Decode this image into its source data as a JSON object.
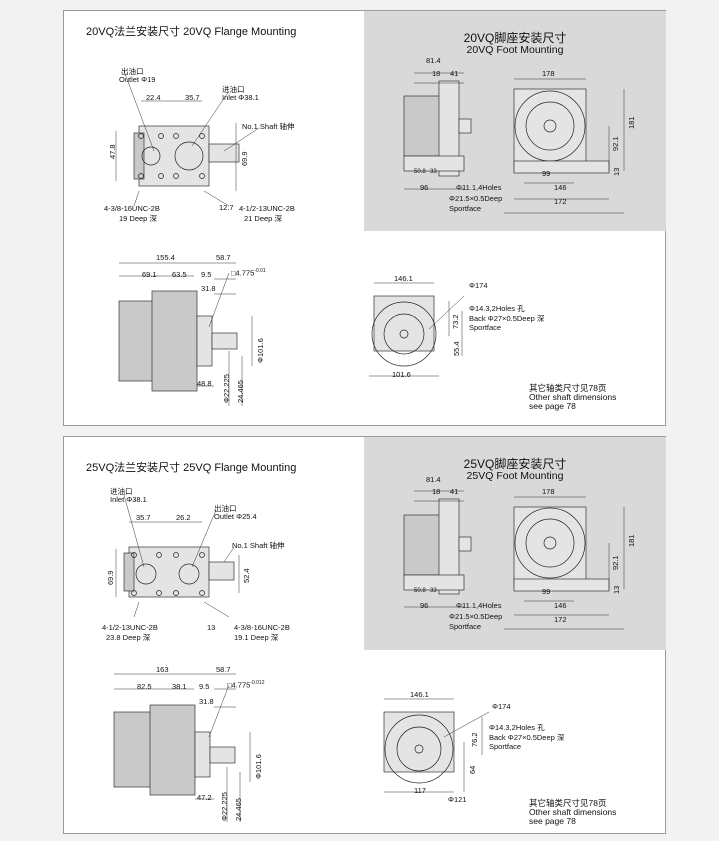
{
  "panel1": {
    "flange": {
      "title": "20VQ法兰安装尺寸  20VQ Flange Mounting",
      "outlet_cn": "出油口",
      "outlet_en": "Outlet Φ19",
      "inlet_cn": "进油口",
      "inlet_en": "Inlet Φ38.1",
      "shaft": "No.1 Shaft  轴伸",
      "d_22_4": "22.4",
      "d_35_7": "35.7",
      "d_47_8": "47.8",
      "d_69_9": "69.9",
      "d_12_7": "12.7",
      "thread_left": "4-3/8-16UNC-2B",
      "deep_left": "19 Deep 深",
      "thread_right": "4-1/2-13UNC-2B",
      "deep_right": "21 Deep 深"
    },
    "side": {
      "d_155_4": "155.4",
      "d_58_7": "58.7",
      "d_69_1": "69.1",
      "d_63_5": "63.5",
      "d_9_5": "9.5",
      "d_31_8": "31.8",
      "key": "4.775",
      "key_tol": "-0.01",
      "d_phi101_6": "Φ101.6",
      "d_48_8": "48.8",
      "d_phi22_225": "Φ22.225",
      "d_24_465": "24.465"
    },
    "foot": {
      "title_cn": "20VQ脚座安装尺寸",
      "title_en": "20VQ Foot Mounting",
      "d_81_4": "81.4",
      "d_18": "18",
      "d_41": "41",
      "d_178": "178",
      "d_181": "181",
      "d_92_1": "92.1",
      "d_50_8": "50.8",
      "d_33": "33",
      "d_96": "96",
      "d_99": "99",
      "d_13": "13",
      "holes": "Φ11.1,4Holes",
      "back": "Φ21.5×0.5Deep",
      "sportface": "Sportface",
      "d_146": "146",
      "d_172": "172"
    },
    "front": {
      "d_146_1": "146.1",
      "d_phi174": "Φ174",
      "holes": "Φ14.3,2Holes 孔",
      "back": "Back  Φ27×0.5Deep 深",
      "sportface": "Sportface",
      "d_73_2": "73.2",
      "d_55_4": "55.4",
      "d_101_6": "101.6"
    },
    "note_cn": "其它轴类尺寸见78页",
    "note_en1": "Other shaft dimensions",
    "note_en2": "see page 78"
  },
  "panel2": {
    "flange": {
      "title": "25VQ法兰安装尺寸  25VQ Flange Mounting",
      "inlet_cn": "进油口",
      "inlet_en": "Inlet Φ38.1",
      "outlet_cn": "出油口",
      "outlet_en": "Outlet Φ25.4",
      "shaft": "No.1 Shaft  轴伸",
      "d_35_7": "35.7",
      "d_26_2": "26.2",
      "d_69_9": "69.9",
      "d_52_4": "52.4",
      "d_13": "13",
      "thread_left": "4-1/2-13UNC-2B",
      "deep_left": "23.8 Deep 深",
      "thread_right": "4-3/8-16UNC-2B",
      "deep_right": "19.1 Deep 深"
    },
    "side": {
      "d_163": "163",
      "d_58_7": "58.7",
      "d_82_5": "82.5",
      "d_38_1": "38.1",
      "d_9_5": "9.5",
      "d_31_8": "31.8",
      "key": "4.775",
      "key_tol": "-0.012",
      "d_phi101_6": "Φ101.6",
      "d_47_2": "47.2",
      "d_phi22_225": "Φ22.225",
      "d_24_465": "24.465"
    },
    "foot": {
      "title_cn": "25VQ脚座安装尺寸",
      "title_en": "25VQ Foot Mounting",
      "d_81_4": "81.4",
      "d_18": "18",
      "d_41": "41",
      "d_178": "178",
      "d_181": "181",
      "d_92_1": "92.1",
      "d_50_8": "50.8",
      "d_33": "33",
      "d_96": "96",
      "d_99": "99",
      "d_13": "13",
      "holes": "Φ11.1,4Holes",
      "back": "Φ21.5×0.5Deep",
      "sportface": "Sportface",
      "d_146": "146",
      "d_172": "172"
    },
    "front": {
      "d_146_1": "146.1",
      "d_phi174": "Φ174",
      "holes": "Φ14.3,2Holes 孔",
      "back": "Back  Φ27×0.5Deep 深",
      "sportface": "Sportface",
      "d_76_2": "76.2",
      "d_64": "64",
      "d_117": "117",
      "d_phi121": "Φ121"
    },
    "note_cn": "其它轴类尺寸见78页",
    "note_en1": "Other shaft dimensions",
    "note_en2": "see page 78"
  }
}
